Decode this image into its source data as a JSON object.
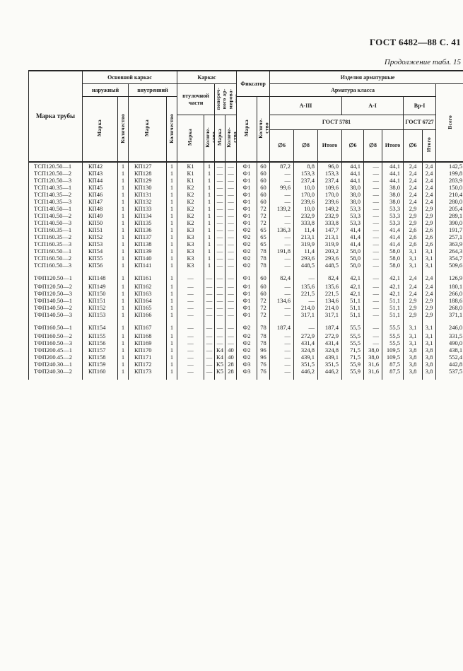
{
  "page": {
    "doc_ref": "ГОСТ 6482—88 С. 41",
    "continuation": "Продолжение табл. 15"
  },
  "table": {
    "header": {
      "marka_truby": "Марка трубы",
      "osnovnoy_karkas": "Основной каркас",
      "naruzhny": "наружный",
      "vnutrenny": "внутренний",
      "karkas": "Каркас",
      "vtulochnoy": "втулочной\nчасти",
      "poperech": "попереч-\nного ар-\nмирова-\nния",
      "fiksator": "Фиксатор",
      "marka": "Марка",
      "kolichestvo": "Количество",
      "kol_short": "Količe…",
      "kol_hyph": "Количе-\nство",
      "izdeliya": "Изделия арматурные",
      "armatura_klassa": "Арматура класса",
      "a3": "А-III",
      "a1": "А-I",
      "vr1": "Вр-I",
      "gost5781": "ГОСТ 5781",
      "gost6727": "ГОСТ 6727",
      "d6": "∅6",
      "d8": "∅8",
      "itogo": "Итого",
      "vsego": "Всего"
    },
    "rows": [
      [
        "ТСП120.50—1",
        "КП42",
        "1",
        "КП127",
        "1",
        "К1",
        "1",
        "—",
        "—",
        "Ф1",
        "60",
        "87,2",
        "8,8",
        "96,0",
        "44,1",
        "—",
        "44,1",
        "2,4",
        "2,4",
        "142,5"
      ],
      [
        "ТСП120.50—2",
        "КП43",
        "1",
        "КП128",
        "1",
        "К1",
        "1",
        "—",
        "—",
        "Ф1",
        "60",
        "—",
        "153,3",
        "153,3",
        "44,1",
        "—",
        "44,1",
        "2,4",
        "2,4",
        "199,8"
      ],
      [
        "ТСП120.50—3",
        "КП44",
        "1",
        "КП129",
        "1",
        "К1",
        "1",
        "—",
        "—",
        "Ф1",
        "60",
        "—",
        "237,4",
        "237,4",
        "44,1",
        "—",
        "44,1",
        "2,4",
        "2,4",
        "283,9"
      ],
      [
        "ТСП140.35—1",
        "КП45",
        "1",
        "КП130",
        "1",
        "К2",
        "1",
        "—",
        "—",
        "Ф1",
        "60",
        "99,6",
        "10,0",
        "109,6",
        "38,0",
        "—",
        "38,0",
        "2,4",
        "2,4",
        "150,0"
      ],
      [
        "ТСП140.35—2",
        "КП46",
        "1",
        "КП131",
        "1",
        "К2",
        "1",
        "—",
        "—",
        "Ф1",
        "60",
        "—",
        "170,0",
        "170,0",
        "38,0",
        "—",
        "38,0",
        "2,4",
        "2,4",
        "210,4"
      ],
      [
        "ТСП140.35—3",
        "КП47",
        "1",
        "КП132",
        "1",
        "К2",
        "1",
        "—",
        "—",
        "Ф1",
        "60",
        "—",
        "239,6",
        "239,6",
        "38,0",
        "—",
        "38,0",
        "2,4",
        "2,4",
        "280,0"
      ],
      [
        "ТСП140.50—1",
        "КП48",
        "1",
        "КП133",
        "1",
        "К2",
        "1",
        "—",
        "—",
        "Ф1",
        "72",
        "139,2",
        "10,0",
        "149,2",
        "53,3",
        "—",
        "53,3",
        "2,9",
        "2,9",
        "205,4"
      ],
      [
        "ТСП140.50—2",
        "КП49",
        "1",
        "КП134",
        "1",
        "К2",
        "1",
        "—",
        "—",
        "Ф1",
        "72",
        "—",
        "232,9",
        "232,9",
        "53,3",
        "—",
        "53,3",
        "2,9",
        "2,9",
        "289,1"
      ],
      [
        "ТСП140.50—3",
        "КП50",
        "1",
        "КП135",
        "1",
        "К2",
        "1",
        "—",
        "—",
        "Ф1",
        "72",
        "—",
        "333,8",
        "333,8",
        "53,3",
        "—",
        "53,3",
        "2,9",
        "2,9",
        "390,0"
      ],
      [
        "ТСП160.35—1",
        "КП51",
        "1",
        "КП136",
        "1",
        "К3",
        "1",
        "—",
        "—",
        "Ф2",
        "65",
        "136,3",
        "11,4",
        "147,7",
        "41,4",
        "—",
        "41,4",
        "2,6",
        "2,6",
        "191,7"
      ],
      [
        "ТСП160.35—2",
        "КП52",
        "1",
        "КП137",
        "1",
        "К3",
        "1",
        "—",
        "—",
        "Ф2",
        "65",
        "—",
        "213,1",
        "213,1",
        "41,4",
        "—",
        "41,4",
        "2,6",
        "2,6",
        "257,1"
      ],
      [
        "ТСП160.35—3",
        "КП53",
        "1",
        "КП138",
        "1",
        "К3",
        "1",
        "—",
        "—",
        "Ф2",
        "65",
        "—",
        "319,9",
        "319,9",
        "41,4",
        "—",
        "41,4",
        "2,6",
        "2,6",
        "363,9"
      ],
      [
        "ТСП160.50—1",
        "КП54",
        "1",
        "КП139",
        "1",
        "К3",
        "1",
        "—",
        "—",
        "Ф2",
        "78",
        "191,8",
        "11,4",
        "203,2",
        "58,0",
        "—",
        "58,0",
        "3,1",
        "3,1",
        "264,3"
      ],
      [
        "ТСП160.50—2",
        "КП55",
        "1",
        "КП140",
        "1",
        "К3",
        "1",
        "—",
        "—",
        "Ф2",
        "78",
        "—",
        "293,6",
        "293,6",
        "58,0",
        "—",
        "58,0",
        "3,1",
        "3,1",
        "354,7"
      ],
      [
        "ТСП160.50—3",
        "КП56",
        "1",
        "КП141",
        "1",
        "К3",
        "1",
        "—",
        "—",
        "Ф2",
        "78",
        "—",
        "448,5",
        "448,5",
        "58,0",
        "—",
        "58,0",
        "3,1",
        "3,1",
        "509,6"
      ],
      [
        "ТФП120.50—1",
        "КП148",
        "1",
        "КП161",
        "1",
        "—",
        "—",
        "—",
        "—",
        "Ф1",
        "60",
        "82,4",
        "—",
        "82,4",
        "42,1",
        "—",
        "42,1",
        "2,4",
        "2,4",
        "126,9"
      ],
      [
        "ТФП120.50—2",
        "КП149",
        "1",
        "КП162",
        "1",
        "—",
        "—",
        "—",
        "—",
        "Ф1",
        "60",
        "—",
        "135,6",
        "135,6",
        "42,1",
        "—",
        "42,1",
        "2,4",
        "2,4",
        "180,1"
      ],
      [
        "ТФП120.50—3",
        "КП150",
        "1",
        "КП163",
        "1",
        "—",
        "—",
        "—",
        "—",
        "Ф1",
        "60",
        "—",
        "221,5",
        "221,5",
        "42,1",
        "—",
        "42,1",
        "2,4",
        "2,4",
        "266,0"
      ],
      [
        "ТФП140.50—1",
        "КП151",
        "1",
        "КП164",
        "1",
        "—",
        "—",
        "—",
        "—",
        "Ф1",
        "72",
        "134,6",
        "—",
        "134,6",
        "51,1",
        "—",
        "51,1",
        "2,9",
        "2,9",
        "188,6"
      ],
      [
        "ТФП140.50—2",
        "КП152",
        "1",
        "КП165",
        "1",
        "—",
        "—",
        "—",
        "—",
        "Ф1",
        "72",
        "—",
        "214,0",
        "214,0",
        "51,1",
        "—",
        "51,1",
        "2,9",
        "2,9",
        "268,0"
      ],
      [
        "ТФП140.50—3",
        "КП153",
        "1",
        "КП166",
        "1",
        "—",
        "—",
        "—",
        "—",
        "Ф1",
        "72",
        "—",
        "317,1",
        "317,1",
        "51,1",
        "—",
        "51,1",
        "2,9",
        "2,9",
        "371,1"
      ],
      [
        "ТФП160.50—1",
        "КП154",
        "1",
        "КП167",
        "1",
        "—",
        "—",
        "—",
        "—",
        "Ф2",
        "78",
        "187,4",
        "—",
        "187,4",
        "55,5",
        "—",
        "55,5",
        "3,1",
        "3,1",
        "246,0"
      ],
      [
        "ТФП160.50—2",
        "КП155",
        "1",
        "КП168",
        "1",
        "—",
        "—",
        "—",
        "—",
        "Ф2",
        "78",
        "—",
        "272,9",
        "272,9",
        "55,5",
        "—",
        "55,5",
        "3,1",
        "3,1",
        "331,5"
      ],
      [
        "ТФП160.50—3",
        "КП156",
        "1",
        "КП169",
        "1",
        "—",
        "—",
        "—",
        "—",
        "Ф2",
        "78",
        "—",
        "431,4",
        "431,4",
        "55,5",
        "—",
        "55,5",
        "3,1",
        "3,1",
        "490,0"
      ],
      [
        "ТФП200.45—1",
        "КП157",
        "1",
        "КП170",
        "1",
        "—",
        "—",
        "К4",
        "40",
        "Ф2",
        "96",
        "—",
        "324,8",
        "324,8",
        "71,5",
        "38,0",
        "109,5",
        "3,8",
        "3,8",
        "438,1"
      ],
      [
        "ТФП200.45—2",
        "КП158",
        "1",
        "КП171",
        "1",
        "—",
        "—",
        "К4",
        "40",
        "Ф2",
        "96",
        "—",
        "439,1",
        "439,1",
        "71,5",
        "38,0",
        "109,5",
        "3,8",
        "3,8",
        "552,4"
      ],
      [
        "ТФП240.30—1",
        "КП159",
        "1",
        "КП172",
        "1",
        "—",
        "—",
        "К5",
        "28",
        "Ф3",
        "76",
        "—",
        "351,5",
        "351,5",
        "55,9",
        "31,6",
        "87,5",
        "3,8",
        "3,8",
        "442,8"
      ],
      [
        "ТФП240.30—2",
        "КП160",
        "1",
        "КП173",
        "1",
        "—",
        "—",
        "К5",
        "28",
        "Ф3",
        "76",
        "—",
        "446,2",
        "446,2",
        "55,9",
        "31,6",
        "87,5",
        "3,8",
        "3,8",
        "537,5"
      ]
    ]
  }
}
